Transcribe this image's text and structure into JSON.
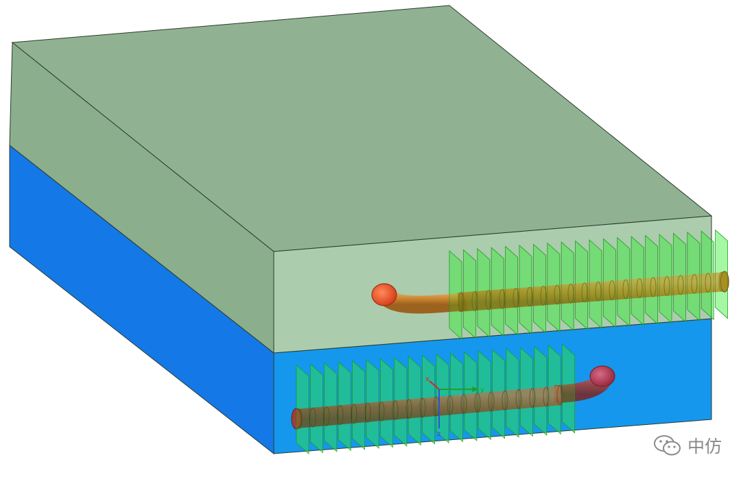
{
  "colors": {
    "background": "#ffffff",
    "upper_block_top": "#8cb08e",
    "upper_block_left": "#86ab88",
    "upper_block_front": "#a8c9aa",
    "lower_block_left": "#1479e6",
    "lower_block_front": "#1597ee",
    "fin": "#33ee33",
    "fin_edge": "#1f9a1f",
    "heat_pipe_upper": "#c7781d",
    "heat_pipe_lower": "#a8372e",
    "pipe_end_upper": "#e64a25",
    "pipe_end_lower": "#b33648",
    "edge": "#2b3a2b"
  },
  "components": {
    "upper_block": "green-translucent-block",
    "lower_block": "blue-block",
    "upper_fin_count": 20,
    "lower_fin_count": 20
  },
  "axis_triad": {
    "x_label": "x",
    "y_label": "y",
    "z_label": "z"
  },
  "watermark": {
    "icon": "wechat-icon",
    "text": "中仿"
  }
}
